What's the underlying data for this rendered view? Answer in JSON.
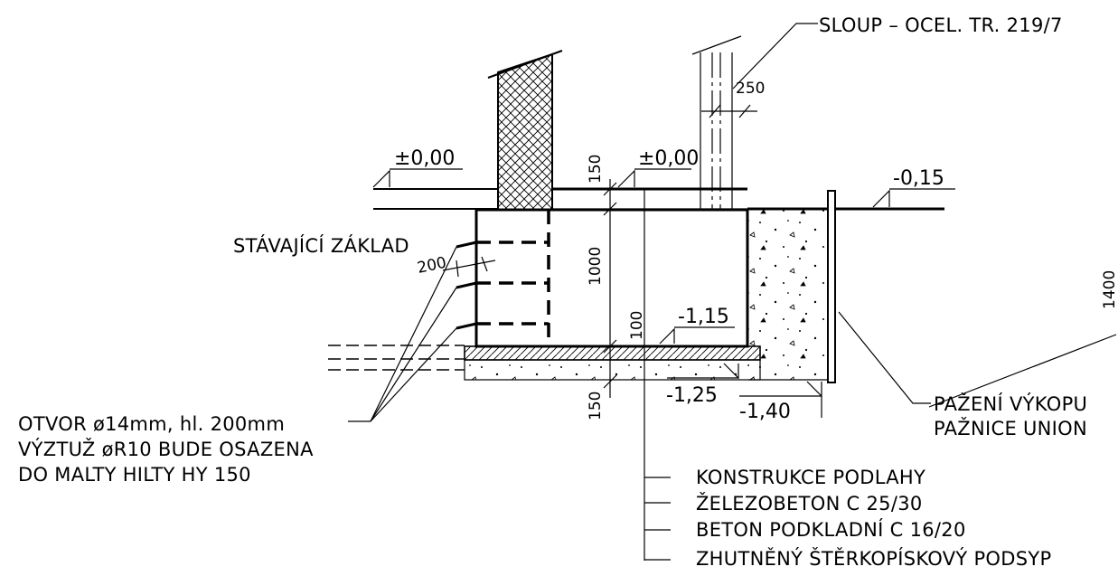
{
  "labels": {
    "column": "SLOUP – OCEL. TR. 219/7",
    "existing_foundation": "STÁVAJÍCÍ ZÁKLAD",
    "hole_line1": "OTVOR ø14mm, hl. 200mm",
    "hole_line2": "VÝZTUŽ øR10 BUDE OSAZENA",
    "hole_line3": "DO MALTY HILTY   HY 150",
    "shoring_line1": "PAŽENÍ VÝKOPU",
    "shoring_line2": "PAŽNICE UNION",
    "layers": [
      "KONSTRUKCE PODLAHY",
      "ŽELEZOBETON C 25/30",
      "BETON PODKLADNÍ C 16/20",
      "ZHUTNĚNÝ ŠTĚRKOPÍSKOVÝ PODSYP"
    ]
  },
  "levels": {
    "existing_floor": "±0,00",
    "new_floor": "±0,00",
    "terrain": "-0,15",
    "foundation_bottom": "-1,15",
    "sub_concrete": "-1,25",
    "excavation": "-1,40"
  },
  "dimensions": {
    "column_offset": "250",
    "floor_thickness": "150",
    "foundation_height": "1000",
    "sub_layer": "100",
    "gravel_layer": "150",
    "anchor_depth": "200",
    "cut_off": "1400"
  }
}
